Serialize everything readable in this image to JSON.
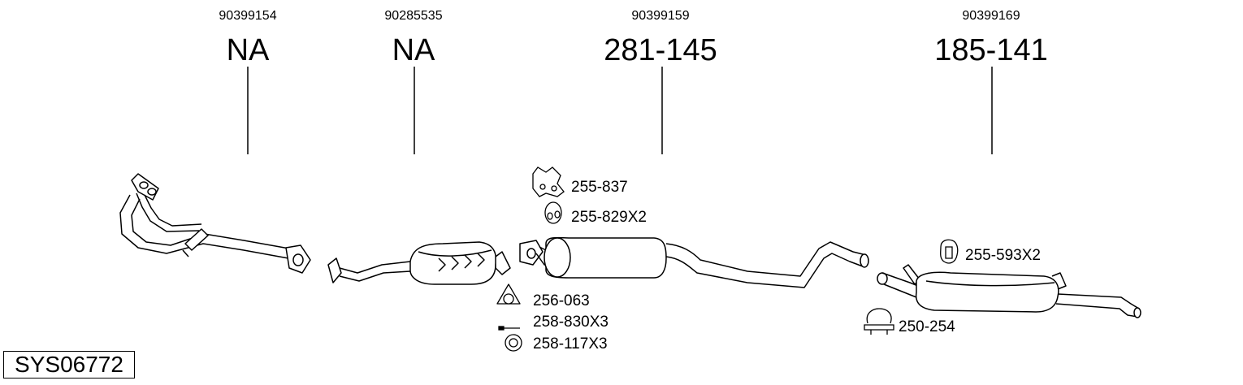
{
  "system_code": "SYS06772",
  "sections": [
    {
      "oe_number": "90399154",
      "part_number": "NA"
    },
    {
      "oe_number": "90285535",
      "part_number": "NA"
    },
    {
      "oe_number": "90399159",
      "part_number": "281-145"
    },
    {
      "oe_number": "90399169",
      "part_number": "185-141"
    }
  ],
  "accessories": [
    {
      "label": "255-837",
      "icon": "rubber-hanger-icon"
    },
    {
      "label": "255-829X2",
      "icon": "rubber-ring-mount-icon"
    },
    {
      "label": "256-063",
      "icon": "triangular-gasket-icon"
    },
    {
      "label": "258-830X3",
      "icon": "bolt-icon"
    },
    {
      "label": "258-117X3",
      "icon": "nut-washer-icon"
    },
    {
      "label": "255-593X2",
      "icon": "rubber-buffer-icon"
    },
    {
      "label": "250-254",
      "icon": "pipe-clamp-icon"
    }
  ]
}
